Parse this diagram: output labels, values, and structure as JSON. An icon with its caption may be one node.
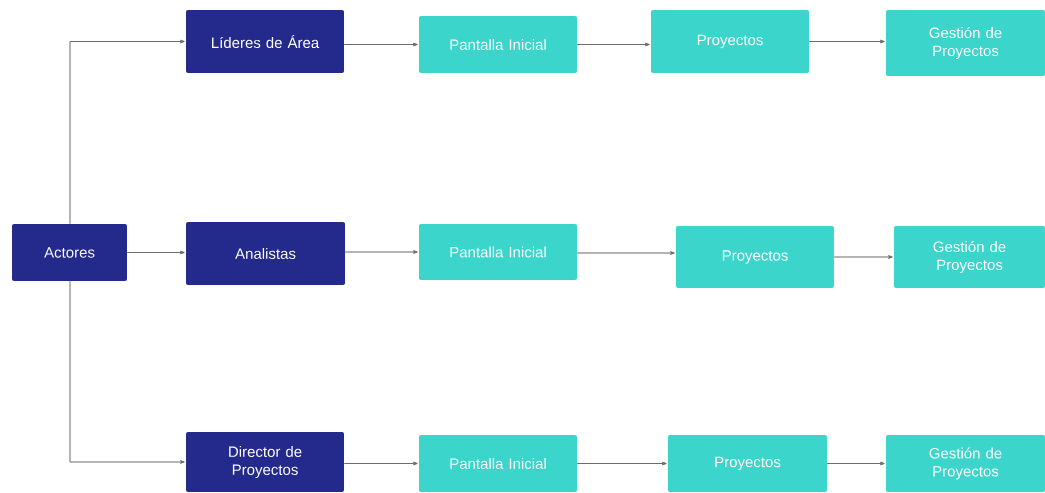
{
  "diagram": {
    "nodes": [
      {
        "text": [
          "Actores"
        ]
      },
      {
        "text": [
          "Líderes de Área"
        ]
      },
      {
        "text": [
          "Pantalla Inicial"
        ]
      },
      {
        "text": [
          "Proyectos"
        ]
      },
      {
        "text": [
          "Gestión de Proyectos"
        ]
      },
      {
        "text": [
          "Analistas"
        ]
      },
      {
        "text": [
          "Pantalla Inicial"
        ]
      },
      {
        "text": [
          "Proyectos"
        ]
      },
      {
        "text": [
          "Gestión de Proyectos"
        ]
      },
      {
        "text": [
          "Director de Proyectos"
        ]
      },
      {
        "text": [
          "Pantalla Inicial"
        ]
      },
      {
        "text": [
          "Proyectos"
        ]
      },
      {
        "text": [
          "Gestión de Proyectos"
        ]
      }
    ],
    "edges": [
      {
        "from": 0,
        "to": 1,
        "arrow": "to"
      },
      {
        "from": 0,
        "to": 5,
        "arrow": "to"
      },
      {
        "from": 0,
        "to": 9,
        "arrow": "to"
      },
      {
        "from": 1,
        "to": 2,
        "arrow": "to"
      },
      {
        "from": 2,
        "to": 3,
        "arrow": "to"
      },
      {
        "from": 3,
        "to": 4,
        "arrow": "to"
      },
      {
        "from": 5,
        "to": 6,
        "arrow": "to"
      },
      {
        "from": 6,
        "to": 7,
        "arrow": "to"
      },
      {
        "from": 7,
        "to": 8,
        "arrow": "to"
      },
      {
        "from": 9,
        "to": 10,
        "arrow": "to"
      },
      {
        "from": 10,
        "to": 11,
        "arrow": "to"
      },
      {
        "from": 11,
        "to": 12,
        "arrow": "to"
      }
    ]
  }
}
